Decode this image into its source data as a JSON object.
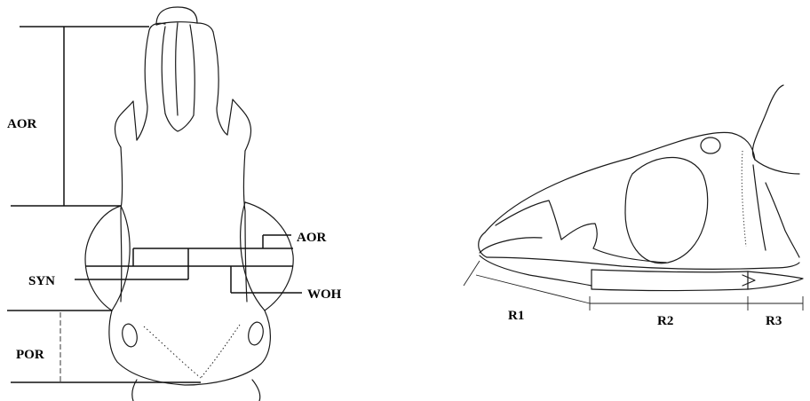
{
  "figure": {
    "dorsal_view": {
      "labels": {
        "aor_upper": "AOR",
        "aor_right": "AOR",
        "syn": "SYN",
        "woh": "WOH",
        "por": "POR"
      }
    },
    "lateral_view": {
      "labels": {
        "r1": "R1",
        "r2": "R2",
        "r3": "R3"
      }
    }
  }
}
